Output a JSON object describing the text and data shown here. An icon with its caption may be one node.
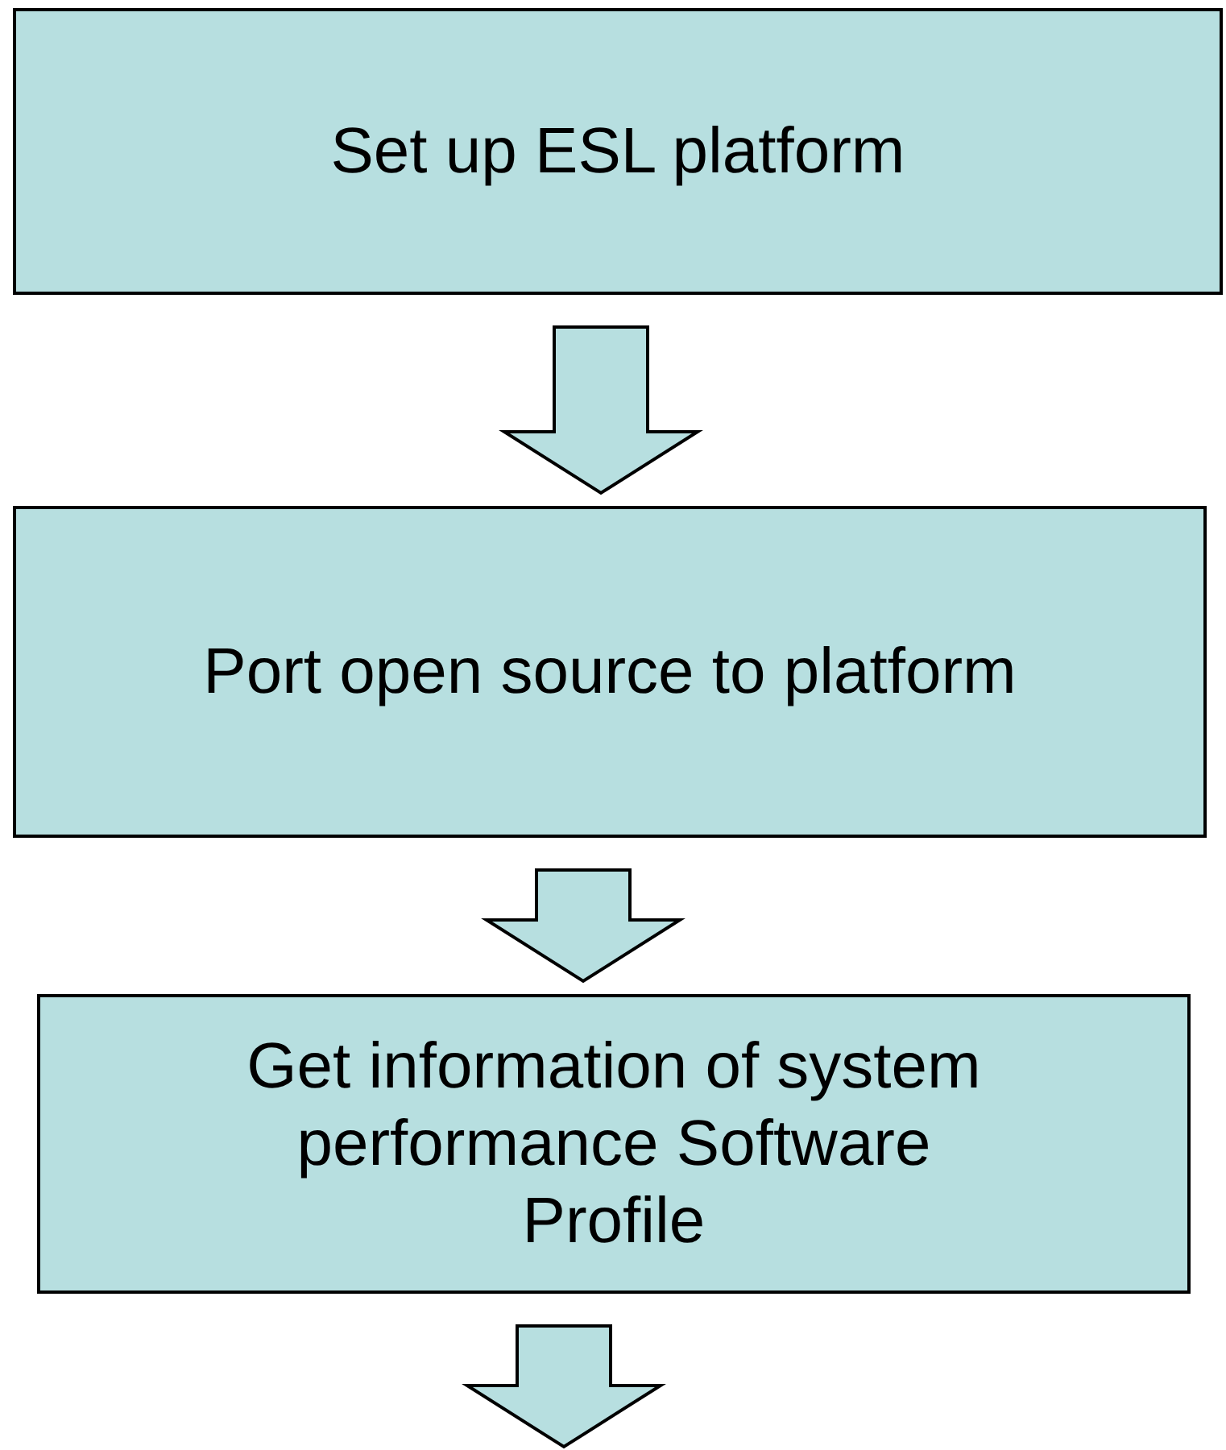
{
  "diagram": {
    "nodes": [
      {
        "text": [
          "Set up ESL platform"
        ]
      },
      {
        "text": [
          "Port open source to platform"
        ]
      },
      {
        "text": [
          "Get information of system performance Software Profile"
        ]
      }
    ],
    "edges": [
      {
        "from": 0,
        "to": 1,
        "arrow": "to"
      },
      {
        "from": 1,
        "to": 2,
        "arrow": "to"
      },
      {
        "from": 2,
        "to": null,
        "arrow": "to"
      }
    ]
  }
}
